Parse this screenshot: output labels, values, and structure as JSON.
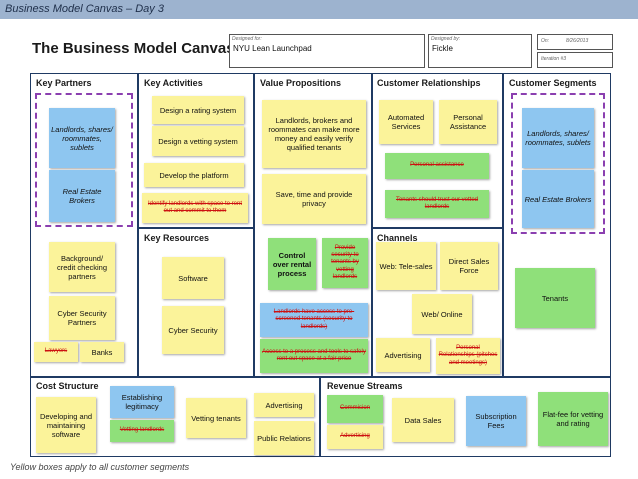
{
  "header": {
    "bar_title": "Business Model Canvas – Day 3",
    "title": "The Business Model Canvas",
    "designed_for_label": "Designed for:",
    "designed_for": "NYU Lean Launchpad",
    "designed_by_label": "Designed by:",
    "designed_by": "Fickle",
    "on_label": "On:",
    "on_value": "8/26/2013",
    "iteration": "Iteration #3"
  },
  "sections": {
    "key_partners": "Key Partners",
    "key_activities": "Key Activities",
    "value_propositions": "Value Propositions",
    "customer_relationships": "Customer Relationships",
    "customer_segments": "Customer Segments",
    "key_resources": "Key Resources",
    "channels": "Channels",
    "cost_structure": "Cost Structure",
    "revenue_streams": "Revenue Streams"
  },
  "notes": {
    "kp_landlords": "Landlords, shares/ roommates, sublets",
    "kp_brokers": "Real Estate Brokers",
    "kp_background": "Background/ credit checking partners",
    "kp_cyber": "Cyber Security Partners",
    "kp_lawyers": "Lawyers",
    "kp_banks": "Banks",
    "ka_rating": "Design a rating system",
    "ka_vetting": "Design a vetting system",
    "ka_platform": "Develop the platform",
    "ka_identify": "Identify landlords with space to rent out and commit to them",
    "kr_software": "Software",
    "kr_cyber": "Cyber Security",
    "vp_connect": "Landlords, brokers and roommates can make more money and easily verify qualified tenants",
    "vp_save": "Save, time and provide privacy",
    "vp_control": "Control over rental process",
    "vp_provide_security": "Provide security to tenants by vetting landlords",
    "vp_access": "Landlords have access to pre-screened tenants (security to landlords)",
    "vp_process": "Access to a process and tools to safely rent out space at a fair price",
    "cr_automated": "Automated Services",
    "cr_personal": "Personal Assistance",
    "cr_personal_struck": "Personal assistance",
    "cr_trust": "Tenants should trust our vetted landlords",
    "ch_web": "Web: Tele-sales",
    "ch_direct": "Direct Sales Force",
    "ch_online": "Web/ Online",
    "ch_advertising": "Advertising",
    "ch_referral": "Personal Relationships (pitches and meetings)",
    "cs_landlords": "Landlords, shares/ roommates, sublets",
    "cs_brokers": "Real Estate Brokers",
    "cs_tenants": "Tenants",
    "co_developing": "Developing and maintaining software",
    "co_legitimacy": "Establishing legitimacy",
    "co_vetting_landlords": "Vetting landlords",
    "co_vetting_tenants": "Vetting tenants",
    "co_advertising": "Advertising",
    "co_pr": "Public Relations",
    "rs_commision": "Commision",
    "rs_advertising": "Advertising",
    "rs_data": "Data Sales",
    "rs_subscription": "Subscription Fees",
    "rs_flat": "Flat-fee for vetting and rating"
  },
  "footer": "Yellow boxes apply to all customer segments",
  "colors": {
    "yellow_note": "#fbf39a",
    "blue_note": "#8ec6f0",
    "green_note": "#8fe07a",
    "strike_red": "#cc1111",
    "dashed_outline": "#8b3fb0",
    "frame_navy": "#1f3a63",
    "header_bar": "#9db3cf"
  }
}
